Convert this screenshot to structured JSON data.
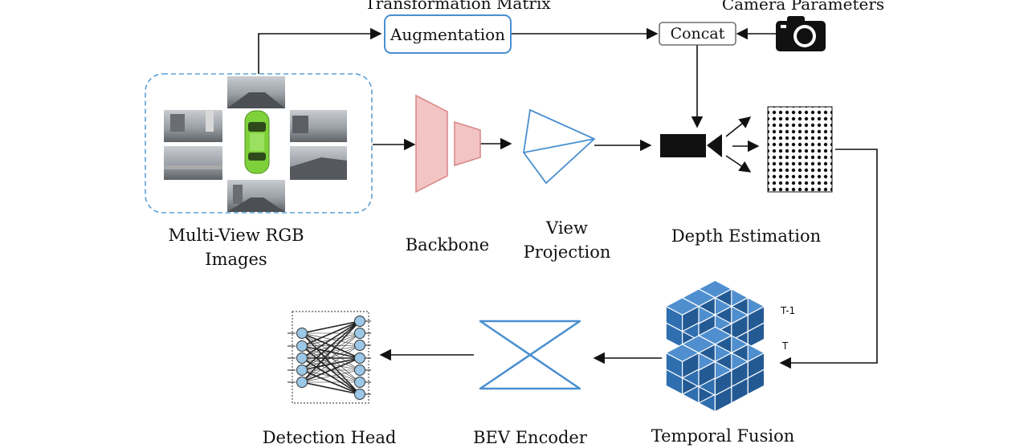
{
  "labels": {
    "transformation_matrix": "Transformation Matrix",
    "augmentation": "Augmentation",
    "concat": "Concat",
    "camera_parameters": "Camera Parameters",
    "multi_view_line1": "Multi-View RGB",
    "multi_view_line2": "Images",
    "backbone": "Backbone",
    "view_line1": "View",
    "view_line2": "Projection",
    "depth_estimation": "Depth Estimation",
    "t_minus_1": "T-1",
    "t": "T",
    "detection_head": "Detection Head",
    "bev_encoder": "BEV Encoder",
    "temporal_fusion": "Temporal Fusion"
  },
  "colors": {
    "accent_blue": "#4a8fd0",
    "dashed_blue": "#5aa0d8",
    "backbone_pink": "#f3c4c4",
    "backbone_stroke": "#d98a8a",
    "car_green": "#7ed13a",
    "cube_blue": "#2f6fb0",
    "node_blue": "#9cc7e6"
  },
  "icons": {
    "camera": "camera-icon",
    "camera_frustum": "camera-frustum-icon",
    "car": "car-icon"
  }
}
